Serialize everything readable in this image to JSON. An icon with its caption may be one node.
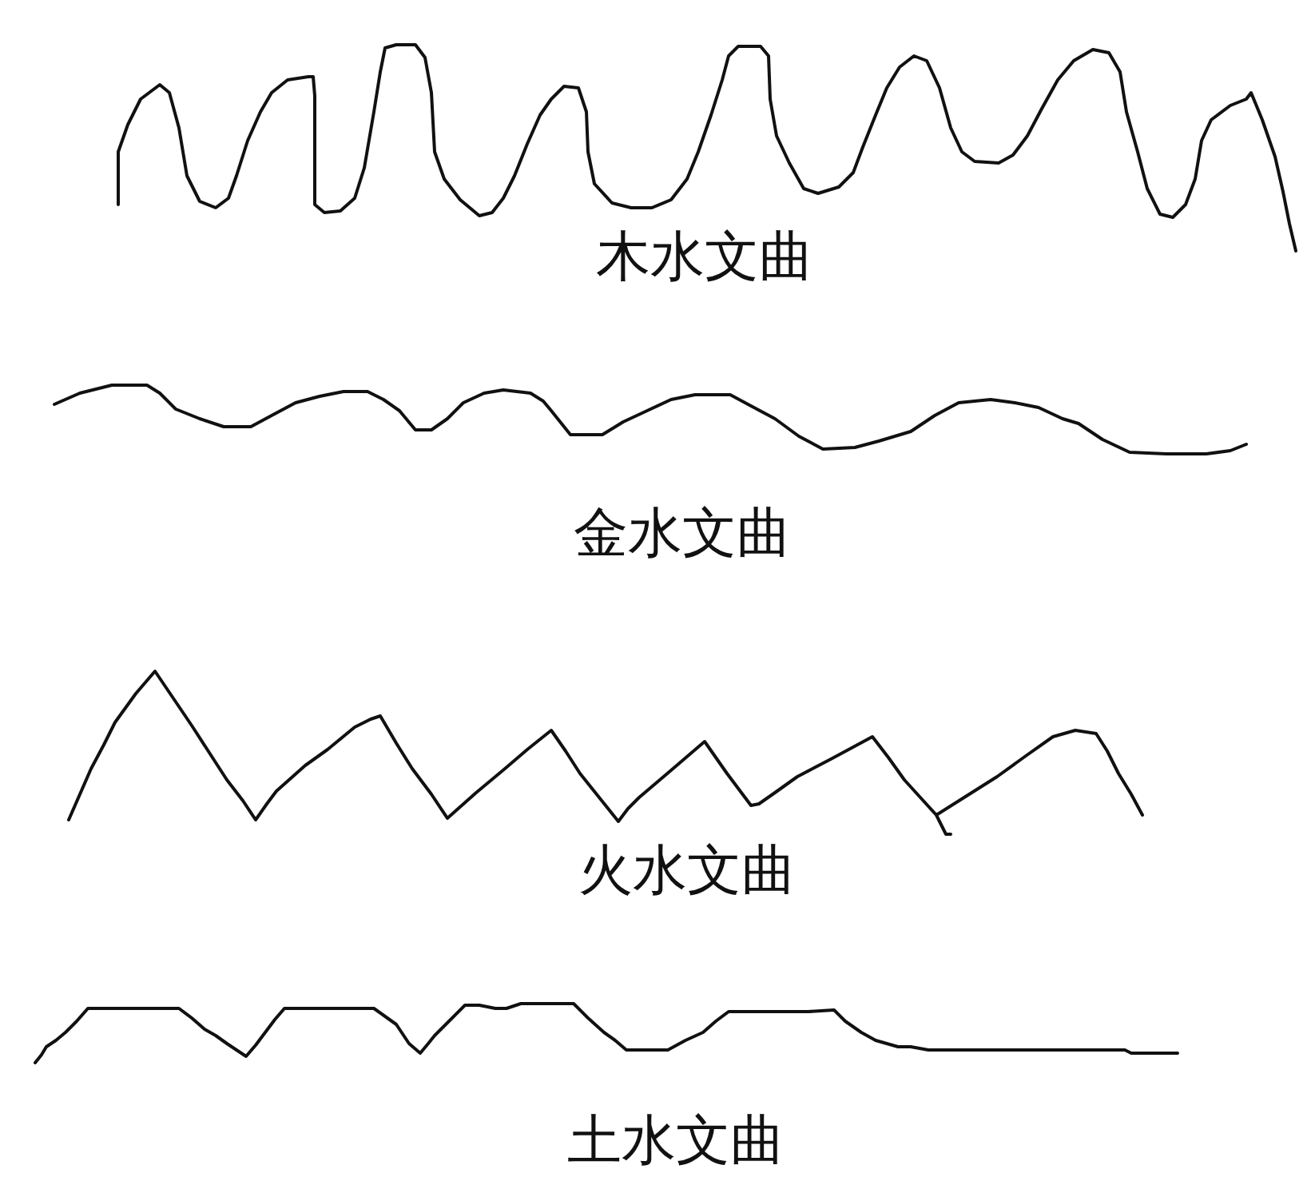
{
  "diagram": {
    "labels": [
      "木水文曲",
      "金水文曲",
      "火水文曲",
      "土水文曲"
    ]
  }
}
